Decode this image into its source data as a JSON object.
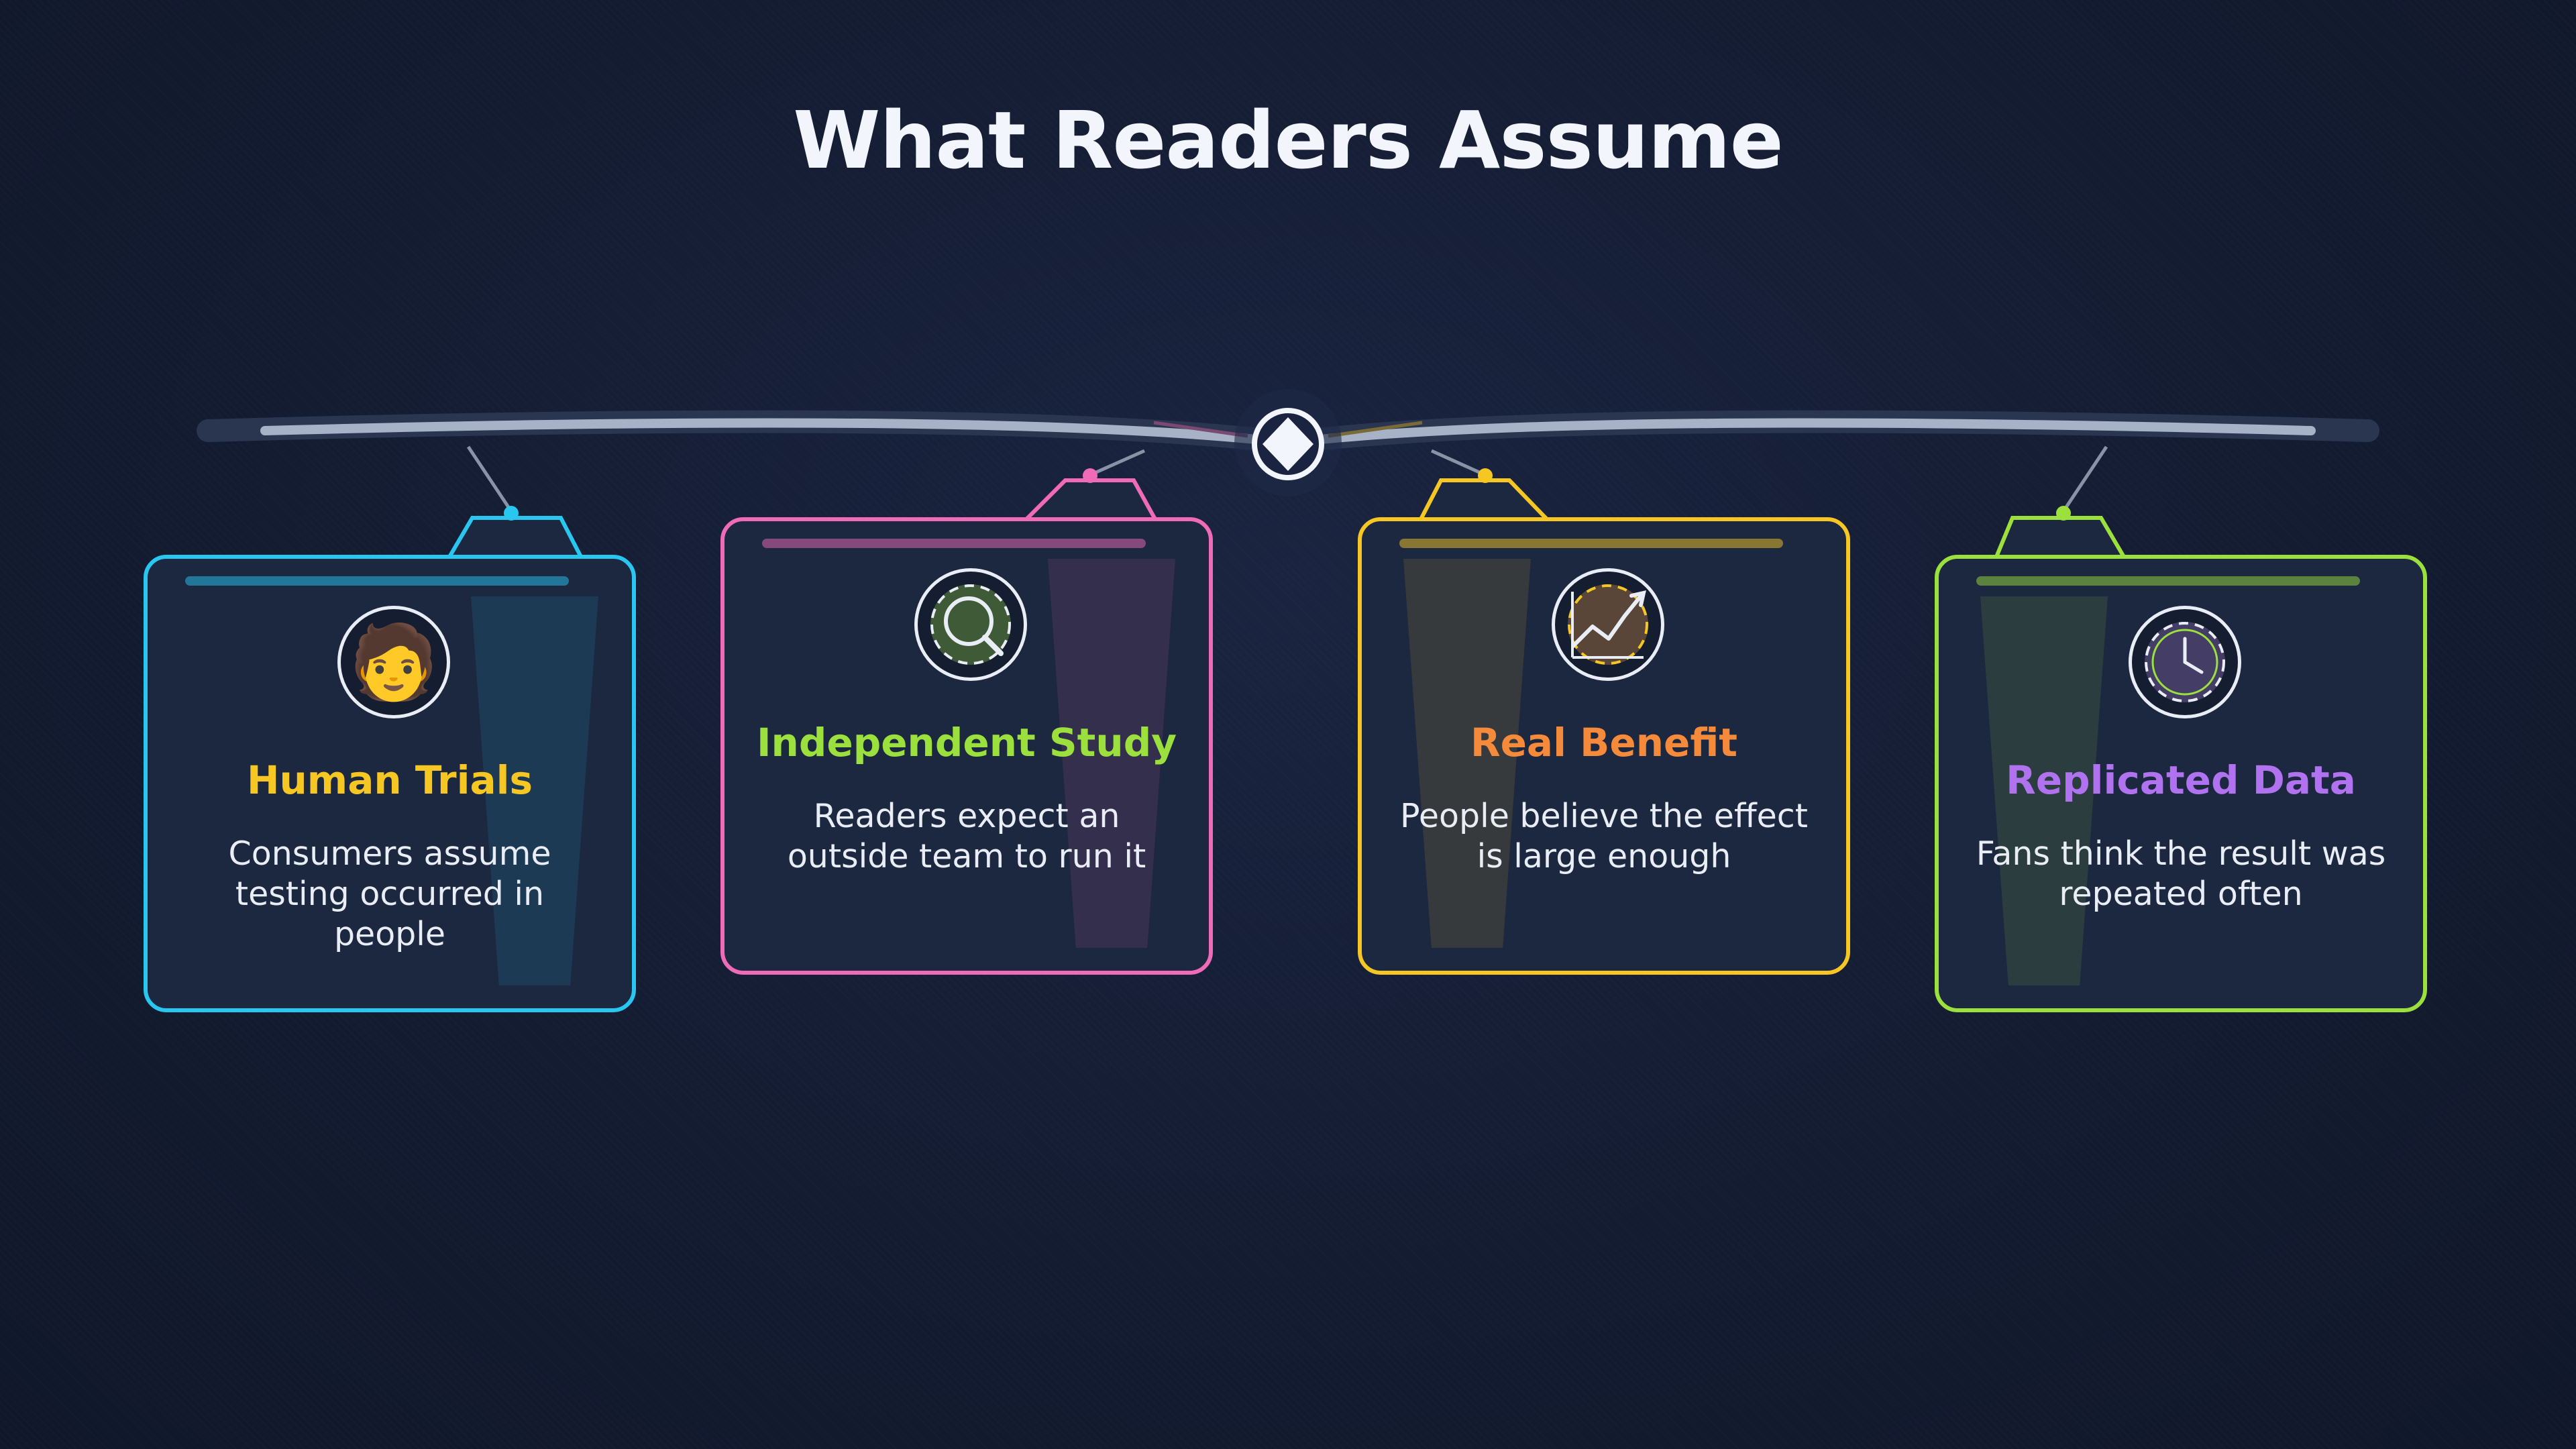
{
  "title": "What Readers Assume",
  "cards": [
    {
      "heading": "Human Trials",
      "description": "Consumers assume testing occurred in people",
      "icon": "person-icon",
      "emoji": "🧑",
      "accent": "#29c6ef",
      "heading_color": "#f6c623"
    },
    {
      "heading": "Independent Study",
      "description": "Readers expect an outside team to run it",
      "icon": "magnifier-icon",
      "accent": "#ef6bb7",
      "heading_color": "#9be03c"
    },
    {
      "heading": "Real Benefit",
      "description": "People believe the effect is large enough",
      "icon": "trend-chart-icon",
      "accent": "#f6c623",
      "heading_color": "#f58a3b"
    },
    {
      "heading": "Replicated Data",
      "description": "Fans think the result was repeated often",
      "icon": "clock-icon",
      "accent": "#9be03c",
      "heading_color": "#b072ee"
    }
  ],
  "colors": {
    "background": "#141d33",
    "bar": "#9aa6bc",
    "hub": "#f2f5fb"
  }
}
